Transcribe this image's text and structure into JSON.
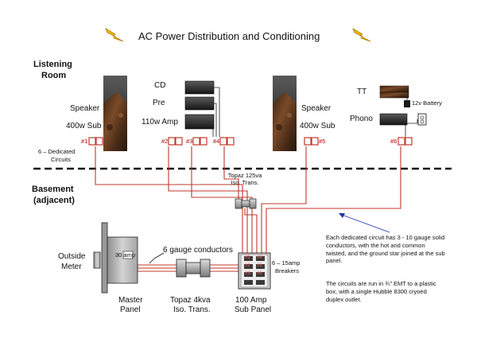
{
  "title": "AC Power Distribution and Conditioning",
  "sections": {
    "listening_room": [
      "Listening",
      "Room"
    ],
    "basement": [
      "Basement",
      "(adjacent)"
    ]
  },
  "components": {
    "speaker_left": [
      "Speaker",
      "400w Sub"
    ],
    "speaker_right": [
      "Speaker",
      "400w Sub"
    ],
    "cd": "CD",
    "pre": "Pre",
    "amp": "110w Amp",
    "tt": "TT",
    "phono": "Phono",
    "battery": "12v Battery",
    "iso_small": [
      "Topaz 125va",
      "Iso. Trans."
    ],
    "meter": [
      "Outside",
      "Meter"
    ],
    "master_panel": [
      "Master",
      "Panel"
    ],
    "breaker_30": "30 amp",
    "iso_big": [
      "Topaz 4kva",
      "Iso. Trans."
    ],
    "sub_panel": [
      "100 Amp",
      "Sub Panel"
    ],
    "conductors": "6 gauge conductors",
    "breakers": [
      "6 – 15amp",
      "Breakers"
    ],
    "dedicated": [
      "6 – Dedicated",
      "Circuits"
    ]
  },
  "outlets": [
    "#1",
    "#2",
    "#3",
    "#4",
    "#5",
    "#6"
  ],
  "breaker_labels": [
    "#1",
    "#4",
    "#2",
    "#5",
    "#3",
    "#6"
  ],
  "notes": [
    "Each dedicated circuit has 3 - 10 gauge solid conductors, with the hot and common twisted, and the ground star joined at the sub panel.",
    "The circuits are run in ¾” EMT to a plastic box, with a single Hubble 8300 cryoed duplex outlet."
  ],
  "colors": {
    "wire": "#c0392b",
    "wire_white": "#f2f2f2",
    "outlet": "#c0392b",
    "marble": "#5a3a24",
    "bolt": "#f2b705"
  }
}
